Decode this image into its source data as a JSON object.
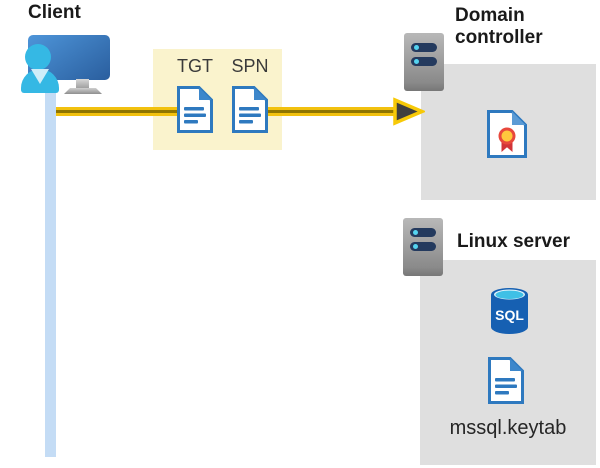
{
  "client": {
    "label": "Client"
  },
  "tokens": {
    "tgt": "TGT",
    "spn": "SPN"
  },
  "domain_controller": {
    "label": "Domain controller"
  },
  "linux_server": {
    "label": "Linux server",
    "sql_badge": "SQL",
    "keytab": "mssql.keytab"
  },
  "icons": {
    "client": "user-monitor-icon",
    "server": "server-icon",
    "ticket_documents": "document-icon",
    "certificate": "certificate-icon",
    "database": "sql-database-icon",
    "flow": "arrow-right-icon"
  },
  "colors": {
    "highlight_box": "#FAF3CD",
    "arrow_yellow": "#F2C10E",
    "arrow_core": "#8F7500",
    "document_blue": "#2E79BF",
    "person_cyan": "#35B8E4",
    "monitor_blue": "#3E7FC1",
    "panel_gray": "#DFDFDF",
    "server_slot_navy": "#243A5E",
    "server_dot_cyan": "#55D4F0",
    "timeline_blue": "#C4DCF5",
    "sql_blue": "#1660B2",
    "sql_cyan": "#3FC0E6",
    "certificate_red": "#D13438",
    "certificate_gold": "#FFC83D"
  }
}
